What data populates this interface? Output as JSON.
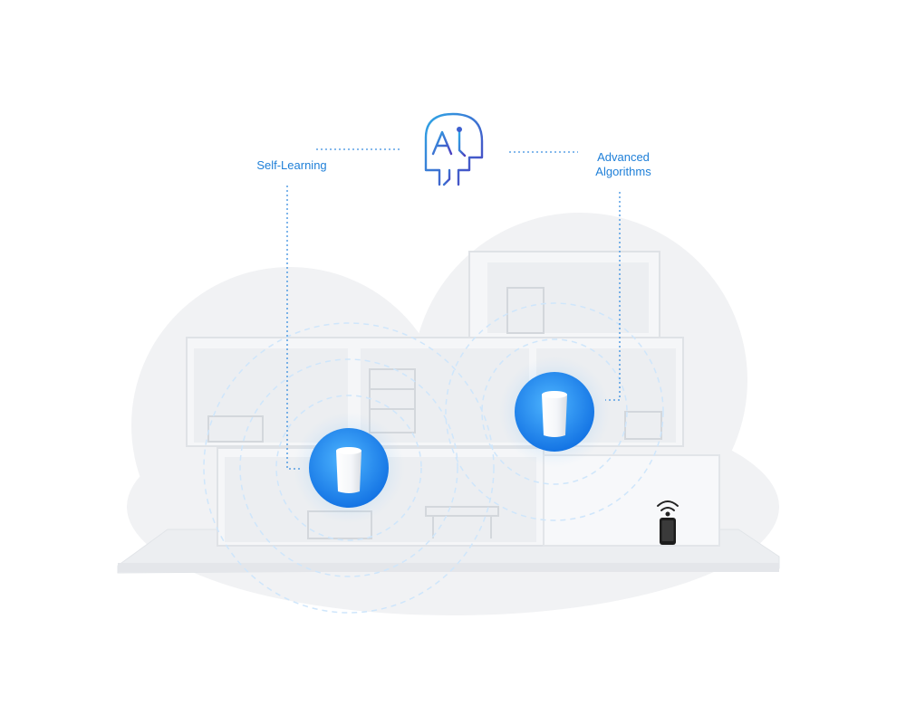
{
  "labels": {
    "self_learning": "Self-Learning",
    "advanced_line1": "Advanced",
    "advanced_line2": "Algorithms",
    "ai_icon_letter": "A"
  },
  "colors": {
    "accent_blue": "#1e7fd8",
    "icon_gradient_start": "#2ea8e6",
    "icon_gradient_end": "#4b3fbf",
    "router_glow": "#1e8ef0",
    "house_fill": "#f2f3f5",
    "cloud_fill": "#eeeff2"
  },
  "icons": [
    "ai-head-icon",
    "router-icon",
    "router-icon",
    "wifi-icon",
    "smartphone-icon"
  ]
}
